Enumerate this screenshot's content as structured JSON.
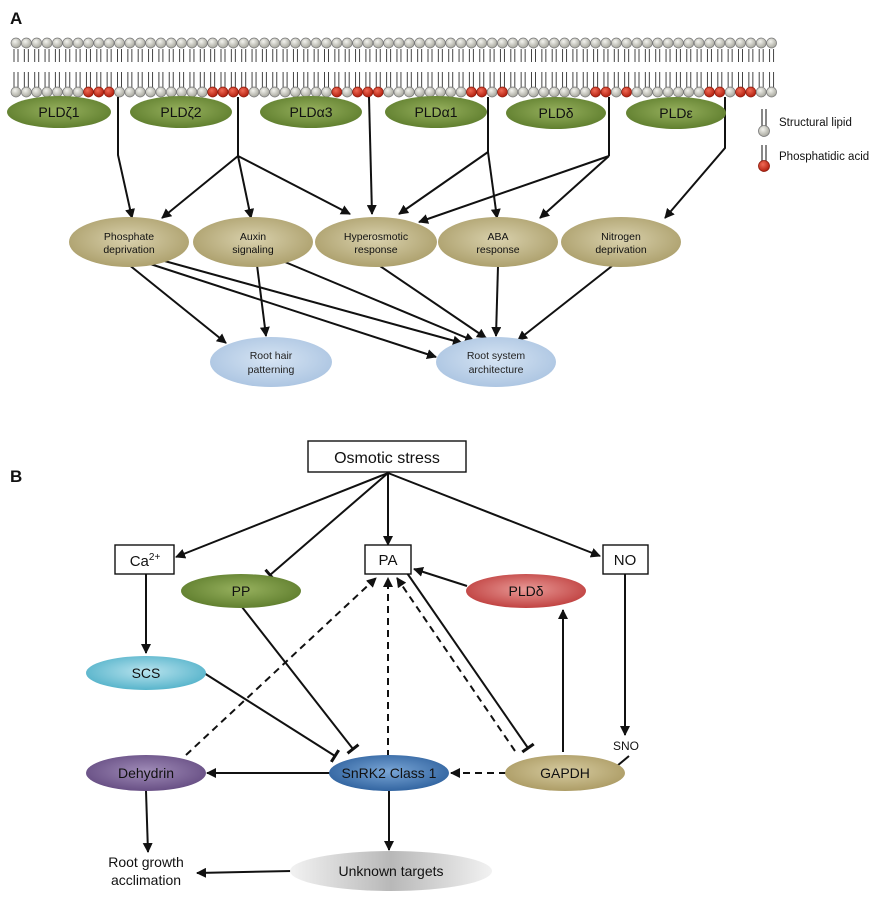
{
  "panel_a": {
    "letter": "A",
    "pld_nodes": [
      "PLDζ1",
      "PLDζ2",
      "PLDα3",
      "PLDα1",
      "PLDδ",
      "PLDε"
    ],
    "response_nodes": [
      [
        "Phosphate",
        "deprivation"
      ],
      [
        "Auxin",
        "signaling"
      ],
      [
        "Hyperosmotic",
        "response"
      ],
      [
        "ABA",
        "response"
      ],
      [
        "Nitrogen",
        "deprivation"
      ]
    ],
    "outcome_nodes": [
      [
        "Root hair",
        "patterning"
      ],
      [
        "Root system",
        "architecture"
      ]
    ],
    "legend": {
      "structural": "Structural lipid",
      "pa": "Phosphatidic acid"
    }
  },
  "panel_b": {
    "letter": "B",
    "osmotic": "Osmotic stress",
    "ca": "Ca",
    "ca_sup": "2+",
    "pa": "PA",
    "no": "NO",
    "pp": "PP",
    "pld_delta": "PLDδ",
    "scs": "SCS",
    "sno": "SNO",
    "dehydrin": "Dehydrin",
    "snrk2": "SnRK2 Class 1",
    "gapdh": "GAPDH",
    "unknown": "Unknown targets",
    "root_growth": [
      "Root growth",
      "acclimation"
    ]
  },
  "colors": {
    "pld_green": "#6f8f3a",
    "response_tan": "#b4a878",
    "outcome_blue": "#b7cde6",
    "pa_red": "#d4301f",
    "lipid_gray": "#cfcfc6",
    "pld_delta_red": "#cf5a58",
    "scs_cyan": "#6cc0d4",
    "dehydrin_purple": "#7d6596",
    "snrk2_blue": "#3e76b4",
    "gapdh_tan": "#b4a572",
    "unknown_gray": "#bdbdbd"
  }
}
